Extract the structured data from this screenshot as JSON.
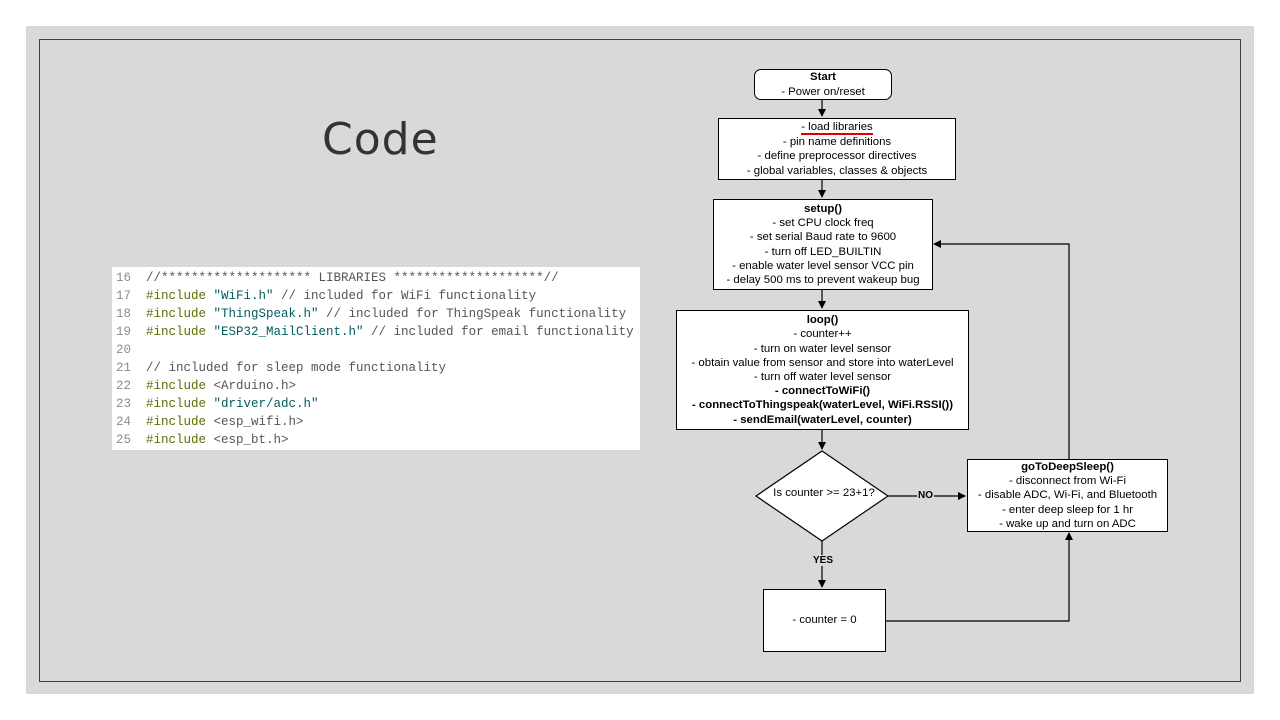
{
  "slide": {
    "title": "Code"
  },
  "code": {
    "lines": [
      {
        "num": "16",
        "parts": [
          {
            "t": "//******************** LIBRARIES ********************//",
            "c": "cm"
          }
        ]
      },
      {
        "num": "17",
        "parts": [
          {
            "t": "#include",
            "c": "kw"
          },
          {
            "t": " \"WiFi.h\"",
            "c": "str"
          },
          {
            "t": " // included for WiFi functionality",
            "c": "cm"
          }
        ]
      },
      {
        "num": "18",
        "parts": [
          {
            "t": "#include",
            "c": "kw"
          },
          {
            "t": " \"ThingSpeak.h\"",
            "c": "str"
          },
          {
            "t": " // included for ThingSpeak functionality",
            "c": "cm"
          }
        ]
      },
      {
        "num": "19",
        "parts": [
          {
            "t": "#include",
            "c": "kw"
          },
          {
            "t": " \"ESP32_MailClient.h\"",
            "c": "str"
          },
          {
            "t": " // included for email functionality",
            "c": "cm"
          }
        ]
      },
      {
        "num": "20",
        "parts": []
      },
      {
        "num": "21",
        "parts": [
          {
            "t": "// included for sleep mode functionality",
            "c": "cm"
          }
        ]
      },
      {
        "num": "22",
        "parts": [
          {
            "t": "#include",
            "c": "kw"
          },
          {
            "t": " <Arduino.h>",
            "c": "cm"
          }
        ]
      },
      {
        "num": "23",
        "parts": [
          {
            "t": "#include",
            "c": "kw"
          },
          {
            "t": " \"driver/adc.h\"",
            "c": "str"
          }
        ]
      },
      {
        "num": "24",
        "parts": [
          {
            "t": "#include",
            "c": "kw"
          },
          {
            "t": " <esp_wifi.h>",
            "c": "cm"
          }
        ]
      },
      {
        "num": "25",
        "parts": [
          {
            "t": "#include",
            "c": "kw"
          },
          {
            "t": " <esp_bt.h>",
            "c": "cm"
          }
        ]
      }
    ]
  },
  "flowchart": {
    "start": {
      "title": "Start",
      "lines": [
        "- Power on/reset"
      ]
    },
    "init": {
      "first": "- load libraries",
      "lines": [
        "- pin name definitions",
        "- define preprocessor directives",
        "- global variables, classes & objects"
      ]
    },
    "setup": {
      "title": "setup()",
      "lines": [
        "- set CPU clock freq",
        "- set serial Baud rate to 9600",
        "- turn off LED_BUILTIN",
        "- enable water level sensor VCC pin",
        "- delay 500 ms to prevent wakeup bug"
      ]
    },
    "loop": {
      "title": "loop()",
      "lines": [
        "- counter++",
        "- turn on water level sensor",
        "- obtain value from sensor and store into waterLevel",
        "- turn off water level sensor"
      ],
      "bold_lines": [
        "- connectToWiFi()",
        "- connectToThingspeak(waterLevel, WiFi.RSSI())",
        "- sendEmail(waterLevel, counter)"
      ]
    },
    "decision": {
      "text": "Is counter >= 23+1?",
      "no_label": "NO",
      "yes_label": "YES"
    },
    "sleep": {
      "title": "goToDeepSleep()",
      "lines": [
        "- disconnect from Wi-Fi",
        "- disable ADC, Wi-Fi, and Bluetooth",
        "- enter deep sleep for 1 hr",
        "- wake up and turn on ADC"
      ]
    },
    "reset": {
      "text": "- counter = 0"
    }
  },
  "colors": {
    "slide_bg": "#d9d9d9",
    "underline": "#e00000"
  }
}
